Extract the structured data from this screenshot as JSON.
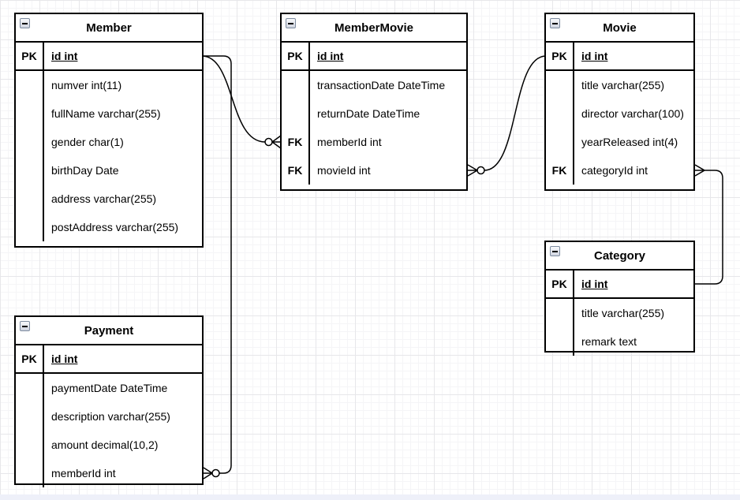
{
  "diagram": {
    "type": "entity-relationship",
    "colors": {
      "table_border": "#000000",
      "table_bg": "#ffffff",
      "edge": "#000000",
      "grid_major": "#e7e7ea",
      "grid_minor": "#f5f5f7"
    },
    "tables": [
      {
        "title": "Member",
        "pk": {
          "key": "PK",
          "field": "id int"
        },
        "rows": [
          {
            "key": "",
            "field": "numver int(11)"
          },
          {
            "key": "",
            "field": "fullName varchar(255)"
          },
          {
            "key": "",
            "field": "gender char(1)"
          },
          {
            "key": "",
            "field": "birthDay Date"
          },
          {
            "key": "",
            "field": "address varchar(255)"
          },
          {
            "key": "",
            "field": "postAddress varchar(255)"
          }
        ]
      },
      {
        "title": "MemberMovie",
        "pk": {
          "key": "PK",
          "field": "id int"
        },
        "rows": [
          {
            "key": "",
            "field": "transactionDate DateTime"
          },
          {
            "key": "",
            "field": "returnDate DateTime"
          },
          {
            "key": "FK",
            "field": "memberId int"
          },
          {
            "key": "FK",
            "field": "movieId int"
          }
        ]
      },
      {
        "title": "Movie",
        "pk": {
          "key": "PK",
          "field": "id int"
        },
        "rows": [
          {
            "key": "",
            "field": "title varchar(255)"
          },
          {
            "key": "",
            "field": "director varchar(100)"
          },
          {
            "key": "",
            "field": "yearReleased int(4)"
          },
          {
            "key": "FK",
            "field": "categoryId int"
          }
        ]
      },
      {
        "title": "Category",
        "pk": {
          "key": "PK",
          "field": "id int"
        },
        "rows": [
          {
            "key": "",
            "field": "title varchar(255)"
          },
          {
            "key": "",
            "field": "remark text"
          }
        ]
      },
      {
        "title": "Payment",
        "pk": {
          "key": "PK",
          "field": "id int"
        },
        "rows": [
          {
            "key": "",
            "field": "paymentDate DateTime"
          },
          {
            "key": "",
            "field": "description varchar(255)"
          },
          {
            "key": "",
            "field": "amount decimal(10,2)"
          },
          {
            "key": "",
            "field": "memberId int"
          }
        ]
      }
    ],
    "relations": [
      {
        "from_table": "Member",
        "from_field": "id",
        "to_table": "MemberMovie",
        "to_field": "memberId",
        "from_end": "one",
        "to_end": "zero-or-many"
      },
      {
        "from_table": "Movie",
        "from_field": "id",
        "to_table": "MemberMovie",
        "to_field": "movieId",
        "from_end": "one",
        "to_end": "zero-or-many"
      },
      {
        "from_table": "Movie",
        "from_field": "categoryId",
        "to_table": "Category",
        "to_field": "id",
        "from_end": "many",
        "to_end": "one"
      },
      {
        "from_table": "Member",
        "from_field": "id",
        "to_table": "Payment",
        "to_field": "memberId",
        "from_end": "one",
        "to_end": "zero-or-many"
      }
    ]
  }
}
